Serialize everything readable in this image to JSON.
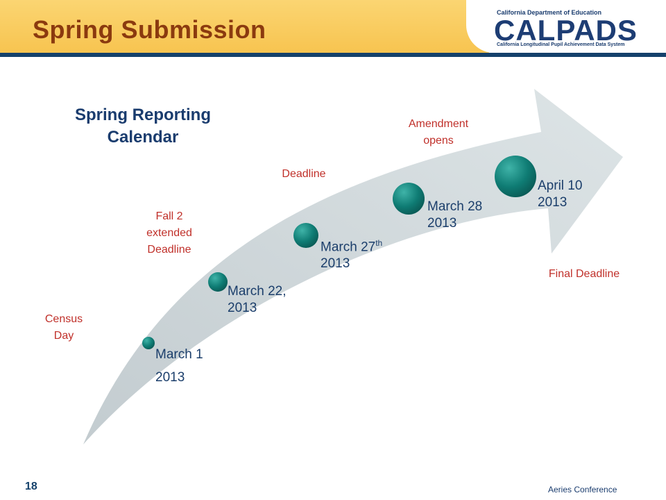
{
  "header": {
    "title": "Spring Submission"
  },
  "logo": {
    "department": "California Department of Education",
    "name": "CALPADS",
    "subtitle": "California Longitudinal Pupil Achievement Data System"
  },
  "calendar_title_line1": "Spring Reporting",
  "calendar_title_line2": "Calendar",
  "milestones": [
    {
      "date_line1": "March 1",
      "date_line2": "2013",
      "event": "Census Day"
    },
    {
      "date_line1": "March 22,",
      "date_line2": "2013",
      "event": "Fall 2 extended Deadline"
    },
    {
      "date_line1": "March 27",
      "date_sup": "th",
      "date_line2": "2013",
      "event": "Deadline"
    },
    {
      "date_line1": "March 28",
      "date_line2": "2013",
      "event": "Amendment opens"
    },
    {
      "date_line1": "April 10",
      "date_line2": "2013",
      "event": "Final Deadline"
    }
  ],
  "event_labels": {
    "census_line1": "Census",
    "census_line2": "Day",
    "fall2_line1": "Fall 2",
    "fall2_line2": "extended",
    "fall2_line3": "Deadline",
    "deadline": "Deadline",
    "amendment_line1": "Amendment",
    "amendment_line2": "opens",
    "final": "Final Deadline"
  },
  "footer": {
    "page_number": "18",
    "conference": "Aeries Conference"
  },
  "colors": {
    "header_bg": "#f7c450",
    "title": "#8b3a0f",
    "navy": "#14416b",
    "event_red": "#c0302a",
    "node_teal": "#0f7c74",
    "arrow": "#d3dbde"
  },
  "icons": [
    "curved-arrow-shape",
    "timeline-node-circle"
  ]
}
